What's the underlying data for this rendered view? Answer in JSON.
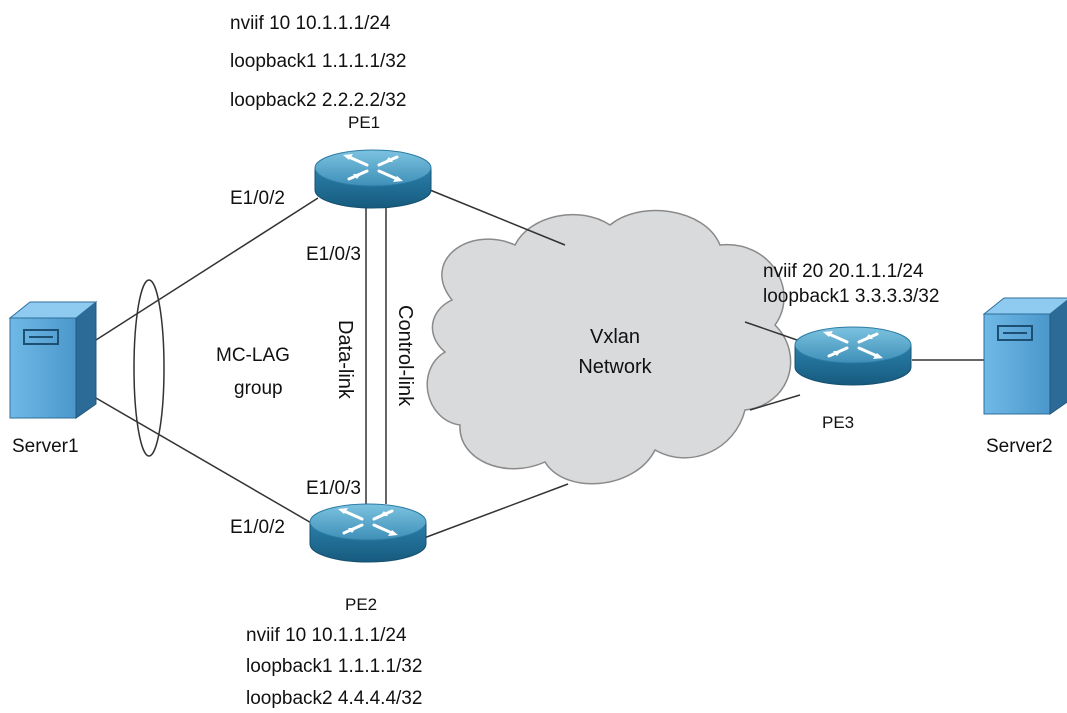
{
  "pe1": {
    "name": "PE1",
    "config": [
      "nviif 10  10.1.1.1/24",
      "loopback1  1.1.1.1/32",
      "loopback2 2.2.2.2/32"
    ],
    "port_server": "E1/0/2",
    "port_peer": "E1/0/3"
  },
  "pe2": {
    "name": "PE2",
    "config": [
      "nviif 10  10.1.1.1/24",
      "loopback1  1.1.1.1/32",
      "loopback2 4.4.4.4/32"
    ],
    "port_server": "E1/0/2",
    "port_peer": "E1/0/3"
  },
  "pe3": {
    "name": "PE3",
    "config": [
      "nviif 20  20.1.1.1/24",
      "loopback1  3.3.3.3/32"
    ]
  },
  "server1": {
    "name": "Server1"
  },
  "server2": {
    "name": "Server2"
  },
  "mclag": {
    "line1": "MC-LAG",
    "line2": "group"
  },
  "links": {
    "data": "Data-link",
    "control": "Control-link"
  },
  "cloud": {
    "line1": "Vxlan",
    "line2": "Network"
  },
  "colors": {
    "router_top": "#4b9fc2",
    "router_side": "#1f6f96",
    "server_front": "#5aa5d6",
    "server_side": "#2d6d9c",
    "cloud_fill": "#d9dadb",
    "cloud_stroke": "#888888",
    "line": "#333333"
  },
  "icons": {
    "router": "router-icon",
    "server": "server-icon",
    "cloud": "cloud-icon"
  }
}
